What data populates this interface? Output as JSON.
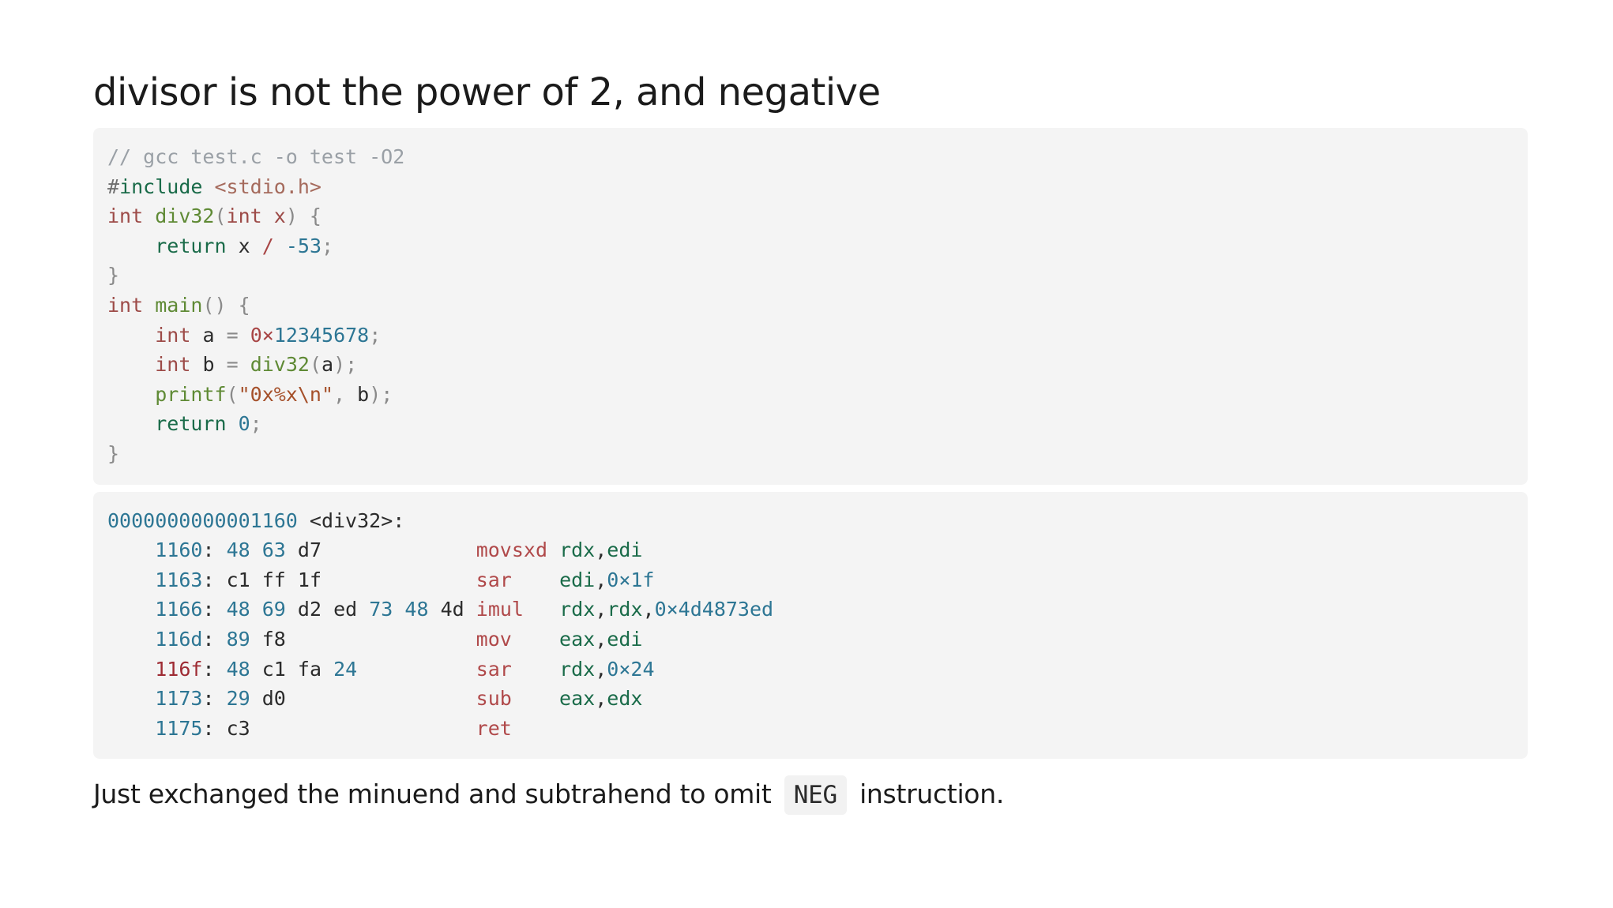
{
  "title": "divisor is not the power of 2, and negative",
  "source_code": {
    "comment": "// gcc test.c -o test -O2",
    "include_hash": "#",
    "include_kw": "include",
    "include_file": "<stdio.h>",
    "l3_int": "int",
    "l3_fn": "div32",
    "l3_paren_open": "(",
    "l3_param_type": "int",
    "l3_param": "x",
    "l3_rest": ") {",
    "l4_return": "return",
    "l4_x": "x",
    "l4_op": "/",
    "l4_num": "-53",
    "l4_semi": ";",
    "l5_brace": "}",
    "l6_int": "int",
    "l6_fn": "main",
    "l6_rest": "() {",
    "l7_int": "int",
    "l7_var": "a",
    "l7_eq": "=",
    "l7_num_prefix": "0",
    "l7_num_x": "×",
    "l7_num_val": "12345678",
    "l7_semi": ";",
    "l8_int": "int",
    "l8_var": "b",
    "l8_eq": "=",
    "l8_fn": "div32",
    "l8_open": "(",
    "l8_arg": "a",
    "l8_close": ");",
    "l9_fn": "printf",
    "l9_open": "(",
    "l9_str": "\"0x%x\\n\"",
    "l9_comma": ",",
    "l9_arg": "b",
    "l9_close": ");",
    "l10_return": "return",
    "l10_num": "0",
    "l10_semi": ";",
    "l11_brace": "}"
  },
  "disassembly": {
    "header_addr": "0000000000001160",
    "header_label": "<div32>:",
    "rows": [
      {
        "addr": "1160",
        "bytes": [
          "48",
          "63",
          "d7"
        ],
        "mnemonic": "movsxd",
        "operands": "rdx,edi"
      },
      {
        "addr": "1163",
        "bytes": [
          "c1",
          "ff",
          "1f"
        ],
        "mnemonic": "sar",
        "operands": "edi,0×1f"
      },
      {
        "addr": "1166",
        "bytes": [
          "48",
          "69",
          "d2",
          "ed",
          "73",
          "48",
          "4d"
        ],
        "mnemonic": "imul",
        "operands": "rdx,rdx,0×4d4873ed"
      },
      {
        "addr": "116d",
        "bytes": [
          "89",
          "f8"
        ],
        "mnemonic": "mov",
        "operands": "eax,edi"
      },
      {
        "addr": "116f",
        "bytes": [
          "48",
          "c1",
          "fa",
          "24"
        ],
        "mnemonic": "sar",
        "operands": "rdx,0×24"
      },
      {
        "addr": "1173",
        "bytes": [
          "29",
          "d0"
        ],
        "mnemonic": "sub",
        "operands": "eax,edx"
      },
      {
        "addr": "1175",
        "bytes": [
          "c3"
        ],
        "mnemonic": "ret",
        "operands": ""
      }
    ]
  },
  "footer": {
    "before": "Just exchanged the minuend and subtrahend to omit",
    "code": "NEG",
    "after": "instruction."
  },
  "colors": {
    "background": "#ffffff",
    "code_background": "#f4f4f4",
    "keyword": "#9d4b48",
    "number": "#2d7694",
    "register": "#1a6b49"
  }
}
